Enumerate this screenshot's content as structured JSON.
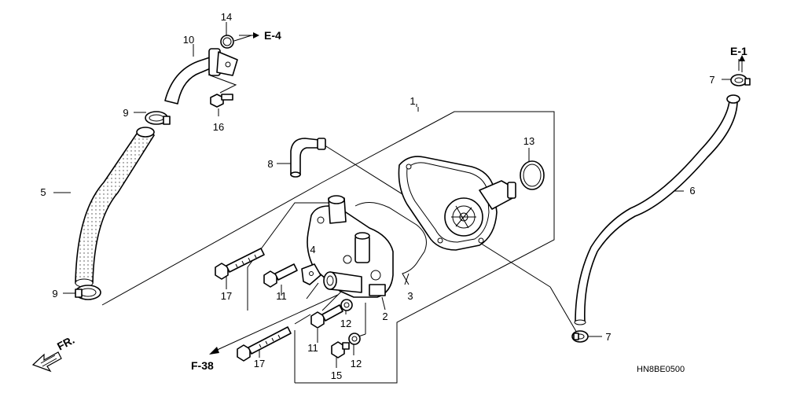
{
  "parts": {
    "p1": "1",
    "p2": "2",
    "p3": "3",
    "p4": "4",
    "p5": "5",
    "p6": "6",
    "p7a": "7",
    "p7b": "7",
    "p8": "8",
    "p9a": "9",
    "p9b": "9",
    "p10": "10",
    "p11a": "11",
    "p11b": "11",
    "p12a": "12",
    "p12b": "12",
    "p13": "13",
    "p14": "14",
    "p15": "15",
    "p16": "16",
    "p17a": "17",
    "p17b": "17"
  },
  "refs": {
    "e4": "E-4",
    "e1": "E-1",
    "f38": "F-38",
    "front": "FR."
  },
  "diagram_code": "HN8BE0500"
}
